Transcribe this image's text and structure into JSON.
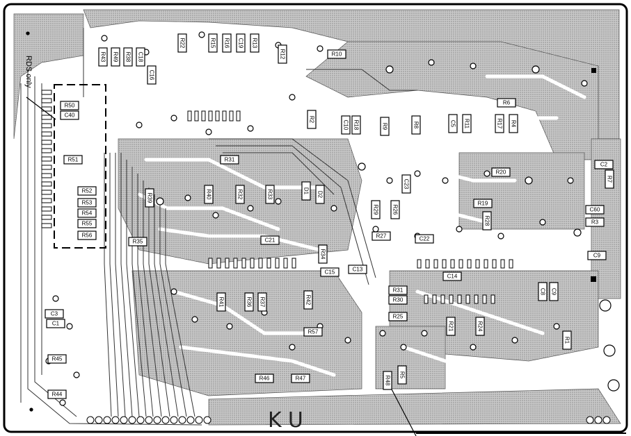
{
  "board": {
    "marking": "KU",
    "note": "RDS only",
    "components": [
      "R22",
      "R15",
      "R16",
      "C19",
      "R13",
      "R12",
      "R10",
      "R43",
      "R49",
      "R38",
      "C18",
      "C16",
      "R50",
      "C40",
      "R51",
      "R52",
      "R53",
      "R54",
      "R55",
      "R56",
      "R31",
      "R39",
      "R40",
      "R32",
      "R33",
      "D1",
      "D2",
      "R35",
      "C21",
      "C23",
      "R20",
      "C2",
      "R7",
      "R19",
      "C60",
      "R3",
      "C9",
      "R2",
      "C10",
      "R18",
      "R9",
      "R8",
      "C5",
      "R11",
      "R6",
      "R17",
      "R4",
      "R28",
      "R29",
      "R26",
      "R27",
      "C22",
      "R34",
      "C15",
      "C13",
      "C14",
      "R31",
      "R30",
      "R25",
      "R21",
      "R24",
      "R41",
      "R36",
      "R37",
      "R42",
      "R57",
      "R45",
      "R44",
      "R46",
      "R47",
      "R48",
      "R5",
      "C8",
      "C9",
      "R1",
      "C3",
      "C1"
    ]
  }
}
